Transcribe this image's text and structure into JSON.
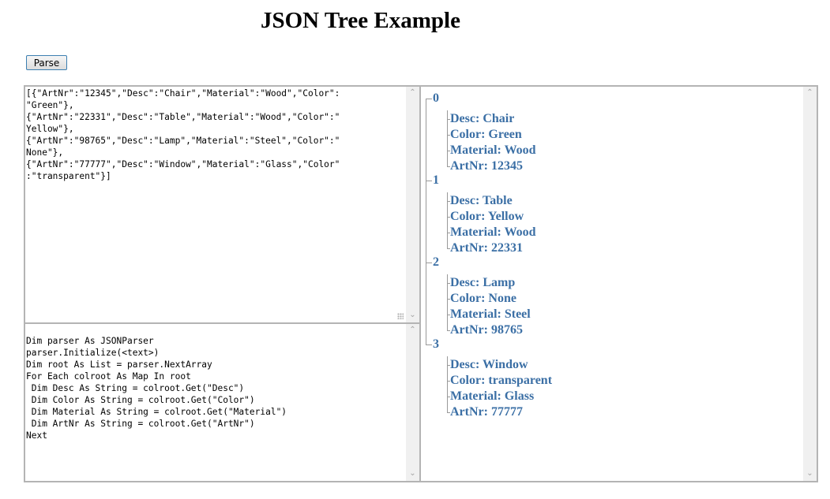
{
  "page": {
    "title": "JSON Tree Example"
  },
  "toolbar": {
    "parse_label": "Parse"
  },
  "json_input": {
    "lines": [
      "[{\"ArtNr\":\"12345\",\"Desc\":\"Chair\",\"Material\":\"Wood\",\"Color\":",
      "\"Green\"},",
      "{\"ArtNr\":\"22331\",\"Desc\":\"Table\",\"Material\":\"Wood\",\"Color\":\"",
      "Yellow\"},",
      "{\"ArtNr\":\"98765\",\"Desc\":\"Lamp\",\"Material\":\"Steel\",\"Color\":\"",
      "None\"},",
      "{\"ArtNr\":\"77777\",\"Desc\":\"Window\",\"Material\":\"Glass\",\"Color\"",
      ":\"transparent\"}]"
    ]
  },
  "code_input": {
    "lines": [
      "Dim parser As JSONParser",
      "parser.Initialize(<text>)",
      "Dim root As List = parser.NextArray",
      "For Each colroot As Map In root",
      " Dim Desc As String = colroot.Get(\"Desc\")",
      " Dim Color As String = colroot.Get(\"Color\")",
      " Dim Material As String = colroot.Get(\"Material\")",
      " Dim ArtNr As String = colroot.Get(\"ArtNr\")",
      "Next"
    ]
  },
  "tree": {
    "nodes": [
      {
        "label": "0",
        "children": [
          "Desc: Chair",
          "Color: Green",
          "Material: Wood",
          "ArtNr: 12345"
        ]
      },
      {
        "label": "1",
        "children": [
          "Desc: Table",
          "Color: Yellow",
          "Material: Wood",
          "ArtNr: 22331"
        ]
      },
      {
        "label": "2",
        "children": [
          "Desc: Lamp",
          "Color: None",
          "Material: Steel",
          "ArtNr: 98765"
        ]
      },
      {
        "label": "3",
        "children": [
          "Desc: Window",
          "Color: transparent",
          "Material: Glass",
          "ArtNr: 77777"
        ]
      }
    ]
  },
  "icons": {
    "scroll_up": "chevron-up-icon",
    "scroll_down": "chevron-down-icon",
    "resize": "resize-grip-icon"
  },
  "colors": {
    "tree_text": "#3b6fa5",
    "button_border": "#3c7fb1"
  }
}
